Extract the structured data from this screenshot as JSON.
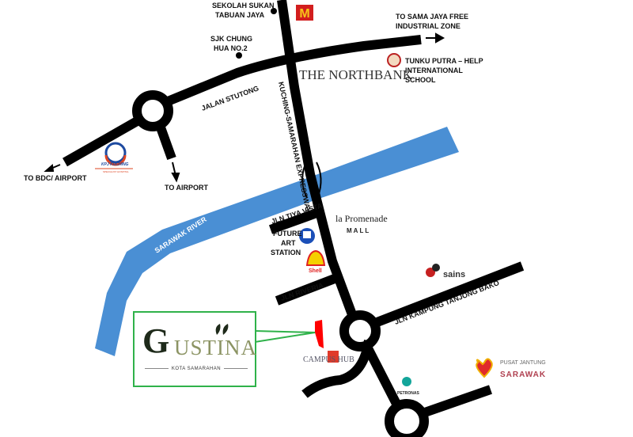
{
  "map": {
    "colors": {
      "road": "#000000",
      "river": "#4a8fd4",
      "marker": "#ff0000",
      "callout_border": "#2fb24a"
    },
    "roads": {
      "jalan_stutong": "JALAN STUTONG",
      "expressway": "KUCHING-SAMARAHAN EXPRESSWAY",
      "tiya_vista": "JLN TIYA VISTA",
      "riveria": "JLN RIVERIA",
      "tanjong_bako": "JLN KAMPUNG TANJONG BAKO"
    },
    "river": "SARAWAK RIVER",
    "directions": {
      "bdc_airport": "TO BDC/ AIRPORT",
      "airport": "TO AIRPORT",
      "sama_jaya_1": "TO SAMA JAYA FREE",
      "sama_jaya_2": "INDUSTRIAL ZONE"
    },
    "landmarks": {
      "sekolah_1": "SEKOLAH SUKAN",
      "sekolah_2": "TABUAN JAYA",
      "sjk_1": "SJK CHUNG",
      "sjk_2": "HUA NO.2",
      "northbank": "THE NORTHBANK",
      "tunku_1": "TUNKU PUTRA – HELP",
      "tunku_2": "INTERNATIONAL",
      "tunku_3": "SCHOOL",
      "kpj": "KPJ KUCHING",
      "kpj_sub": "SPECIALIST HOSPITAL",
      "promenade_1": "la Promenade",
      "promenade_2": "MALL",
      "art_1": "FUTURE",
      "art_2": "ART",
      "art_3": "STATION",
      "shell": "Shell",
      "sains": "sains",
      "campus_hub": "CAMPUS HUB",
      "petronas": "PETRONAS",
      "pusat_1": "PUSAT JANTUNG",
      "pusat_2": "SARAWAK",
      "mcd": "M"
    },
    "project": {
      "initial": "G",
      "rest": "USTINA",
      "sub": "KOTA SAMARAHAN"
    }
  }
}
